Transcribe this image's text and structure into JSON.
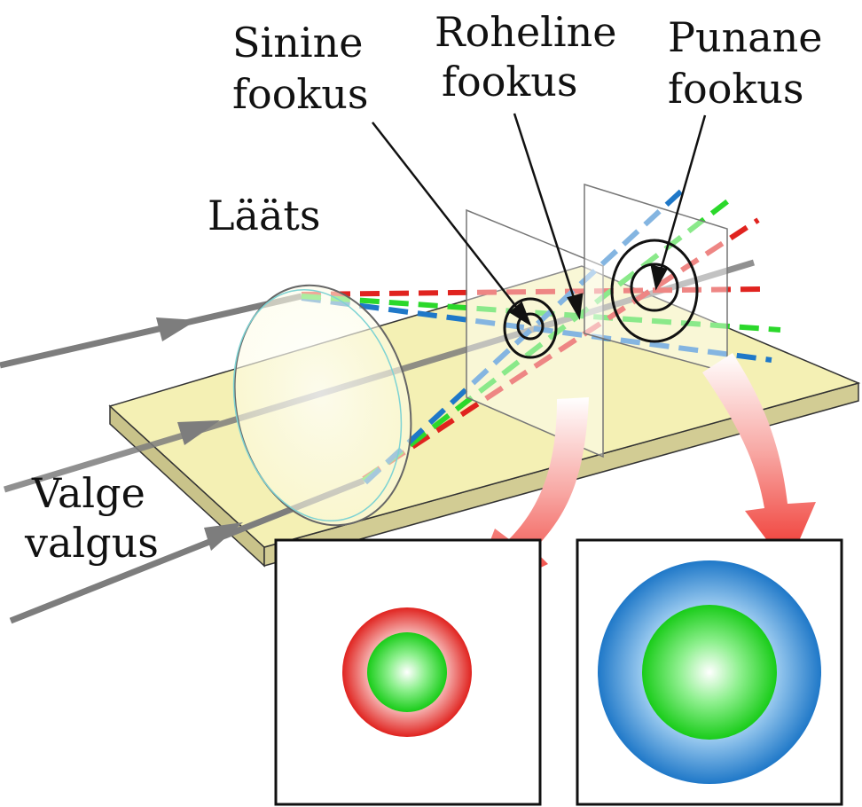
{
  "labels": {
    "blue_focus": [
      "Sinine",
      "fookus"
    ],
    "green_focus": [
      "Roheline",
      "fookus"
    ],
    "red_focus": [
      "Punane",
      "fookus"
    ],
    "lens": "Lääts",
    "white_light": [
      "Valge",
      "valgus"
    ]
  },
  "colors": {
    "table_top": "#f4f0b4",
    "table_edge": "#c9c38a",
    "ray": "#7d7d7d",
    "red": "#e0231f",
    "green": "#2bd82b",
    "blue": "#1f78c8",
    "arrow": "#f0302a"
  }
}
